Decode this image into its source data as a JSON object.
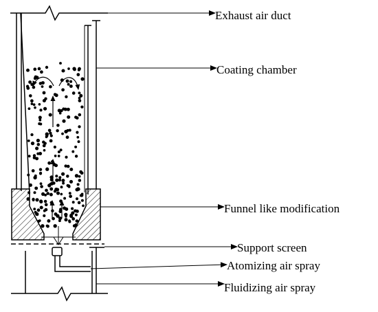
{
  "labels": {
    "exhaust": "Exhaust air duct",
    "chamber": "Coating chamber",
    "funnel": "Funnel like modification",
    "screen": "Support screen",
    "atomizing": "Atomizing air spray",
    "fluidizing": "Fluidizing air spray"
  },
  "colors": {
    "ink": "#000000",
    "background": "#ffffff"
  }
}
